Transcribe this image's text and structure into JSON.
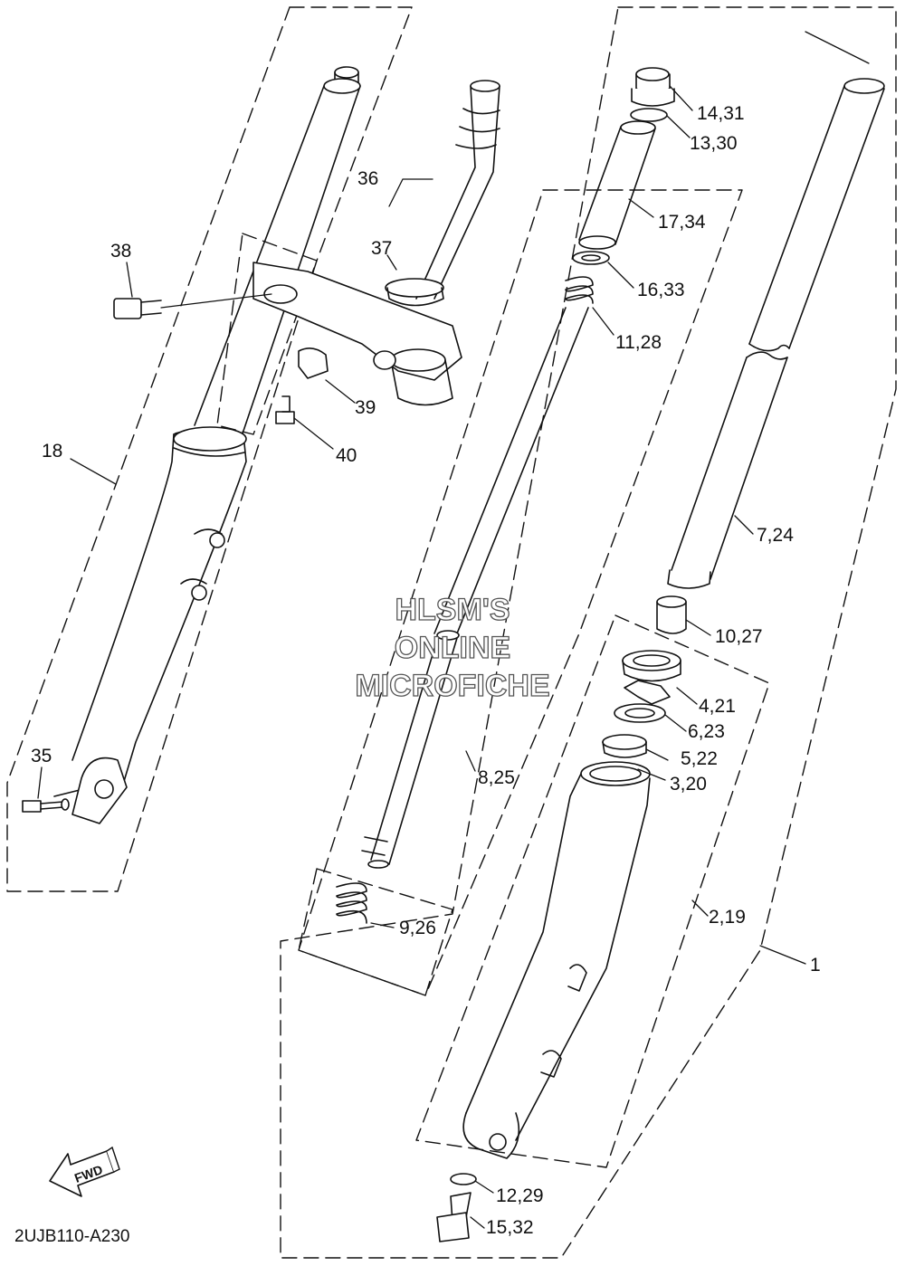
{
  "diagram": {
    "code": "2UJB110-A230",
    "fwd_label": "FWD",
    "watermark": [
      "HLSM'S",
      "ONLINE",
      "MICROFICHE"
    ],
    "callouts": {
      "c14_31": "14,31",
      "c13_30": "13,30",
      "c17_34": "17,34",
      "c16_33": "16,33",
      "c11_28": "11,28",
      "c7_24": "7,24",
      "c10_27": "10,27",
      "c4_21": "4,21",
      "c6_23": "6,23",
      "c5_22": "5,22",
      "c3_20": "3,20",
      "c8_25": "8,25",
      "c2_19": "2,19",
      "c1": "1",
      "c9_26": "9,26",
      "c12_29": "12,29",
      "c15_32": "15,32",
      "c36": "36",
      "c37": "37",
      "c38": "38",
      "c39": "39",
      "c40": "40",
      "c18": "18",
      "c35": "35"
    }
  }
}
